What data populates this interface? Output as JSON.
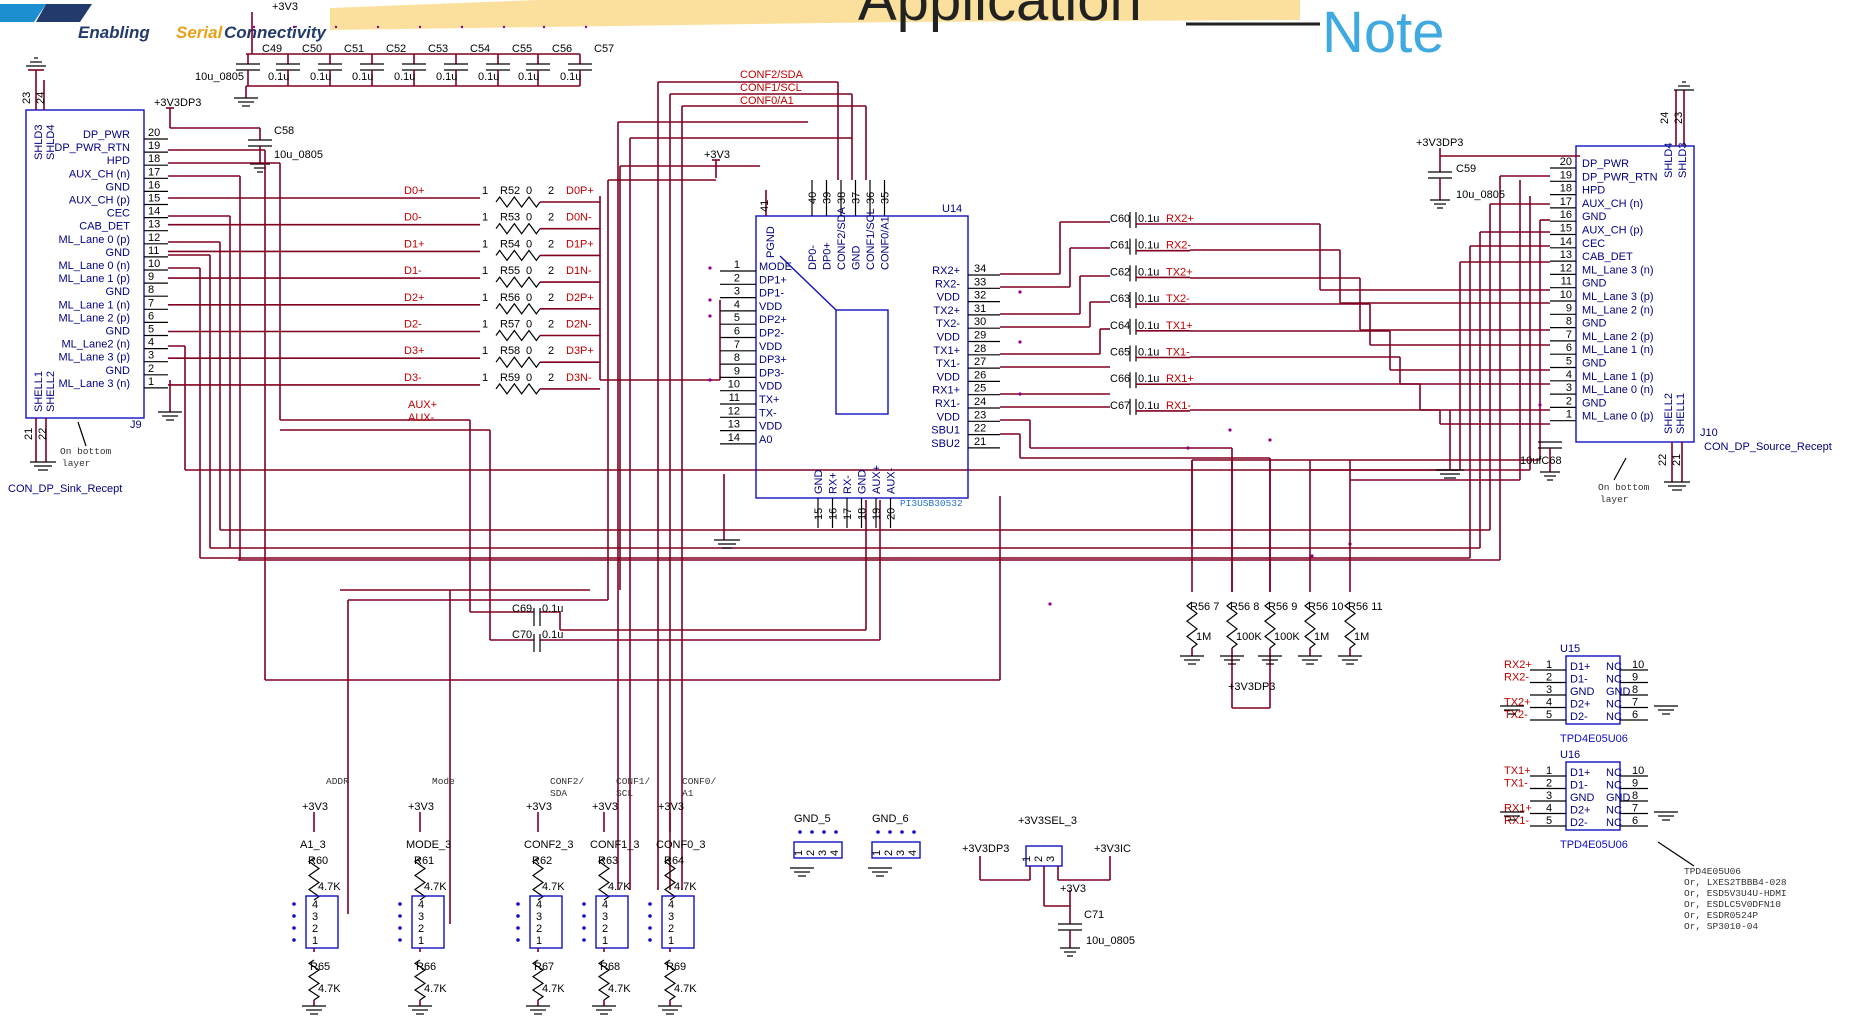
{
  "header": {
    "tagline_a": "Enabling ",
    "tagline_b": "Serial",
    "tagline_c": " Connectivity",
    "title_main": "Application",
    "title_note": "Note",
    "logo_colors": [
      "#1c8fd0",
      "#e8a21a",
      "#233a6c"
    ]
  },
  "power": {
    "v3v3": "+3V3",
    "v3v3dp3": "+3V3DP3",
    "v3v3sel": "+3V3SEL_3",
    "v3v3ic": "+3V3IC"
  },
  "decoupling": {
    "caps": [
      "C49",
      "C50",
      "C51",
      "C52",
      "C53",
      "C54",
      "C55",
      "C56",
      "C57"
    ],
    "values": [
      "10u_0805",
      "0.1u",
      "0.1u",
      "0.1u",
      "0.1u",
      "0.1u",
      "0.1u",
      "0.1u",
      "0.1u"
    ]
  },
  "c58": {
    "ref": "C58",
    "value": "10u_0805"
  },
  "c59": {
    "ref": "C59",
    "value": "10u_0805"
  },
  "c68": {
    "label": "10ufC68"
  },
  "c71": {
    "ref": "C71",
    "value": "10u_0805"
  },
  "j9": {
    "top_pins": [
      "23",
      "24"
    ],
    "shield_top": [
      "SHLD3",
      "SHLD4"
    ],
    "pins": [
      {
        "name": "DP_PWR",
        "num": "20"
      },
      {
        "name": "DP_PWR_RTN",
        "num": "19"
      },
      {
        "name": "HPD",
        "num": "18"
      },
      {
        "name": "AUX_CH (n)",
        "num": "17"
      },
      {
        "name": "GND",
        "num": "16"
      },
      {
        "name": "AUX_CH (p)",
        "num": "15"
      },
      {
        "name": "CEC",
        "num": "14"
      },
      {
        "name": "CAB_DET",
        "num": "13"
      },
      {
        "name": "ML_Lane 0 (p)",
        "num": "12"
      },
      {
        "name": "GND",
        "num": "11"
      },
      {
        "name": "ML_Lane 0 (n)",
        "num": "10"
      },
      {
        "name": "ML_Lane 1 (p)",
        "num": "9"
      },
      {
        "name": "GND",
        "num": "8"
      },
      {
        "name": "ML_Lane 1 (n)",
        "num": "7"
      },
      {
        "name": "ML_Lane 2 (p)",
        "num": "6"
      },
      {
        "name": "GND",
        "num": "5"
      },
      {
        "name": "ML_Lane2 (n)",
        "num": "4"
      },
      {
        "name": "ML_Lane 3 (p)",
        "num": "3"
      },
      {
        "name": "GND",
        "num": "2"
      },
      {
        "name": "ML_Lane 3 (n)",
        "num": "1"
      }
    ],
    "shell": [
      "SHELL1",
      "SHELL2"
    ],
    "bottom_pins": [
      "21",
      "22"
    ],
    "ref": "J9",
    "note": [
      "On bottom",
      "layer"
    ],
    "name": "CON_DP_Sink_Recept"
  },
  "series_res": [
    {
      "net_in": "D0+",
      "ref": "R52",
      "val": "0",
      "net_out": "D0P+"
    },
    {
      "net_in": "D0-",
      "ref": "R53",
      "val": "0",
      "net_out": "D0N-"
    },
    {
      "net_in": "D1+",
      "ref": "R54",
      "val": "0",
      "net_out": "D1P+"
    },
    {
      "net_in": "D1-",
      "ref": "R55",
      "val": "0",
      "net_out": "D1N-"
    },
    {
      "net_in": "D2+",
      "ref": "R56",
      "val": "0",
      "net_out": "D2P+"
    },
    {
      "net_in": "D2-",
      "ref": "R57",
      "val": "0",
      "net_out": "D2N-"
    },
    {
      "net_in": "D3+",
      "ref": "R58",
      "val": "0",
      "net_out": "D3P+"
    },
    {
      "net_in": "D3-",
      "ref": "R59",
      "val": "0",
      "net_out": "D3N-"
    }
  ],
  "res_pins": [
    "1",
    "2"
  ],
  "aux_nets": [
    "AUX+",
    "AUX-"
  ],
  "conf_nets": [
    "CONF2/SDA",
    "CONF1/SCL",
    "CONF0/A1"
  ],
  "u14": {
    "ref": "U14",
    "part": "PI3USB30532",
    "pgnd": "PGND",
    "pgnd_num": "41",
    "top_pins": [
      {
        "name": "DP0-",
        "num": "40"
      },
      {
        "name": "DP0+",
        "num": "39"
      },
      {
        "name": "CONF2/SDA",
        "num": "38"
      },
      {
        "name": "GND",
        "num": "37"
      },
      {
        "name": "CONF1/SCL",
        "num": "36"
      },
      {
        "name": "CONF0/A1",
        "num": "35"
      }
    ],
    "left_pins": [
      {
        "name": "MODE",
        "num": "1"
      },
      {
        "name": "DP1+",
        "num": "2"
      },
      {
        "name": "DP1-",
        "num": "3"
      },
      {
        "name": "VDD",
        "num": "4"
      },
      {
        "name": "DP2+",
        "num": "5"
      },
      {
        "name": "DP2-",
        "num": "6"
      },
      {
        "name": "VDD",
        "num": "7"
      },
      {
        "name": "DP3+",
        "num": "8"
      },
      {
        "name": "DP3-",
        "num": "9"
      },
      {
        "name": "VDD",
        "num": "10"
      },
      {
        "name": "TX+",
        "num": "11"
      },
      {
        "name": "TX-",
        "num": "12"
      },
      {
        "name": "VDD",
        "num": "13"
      },
      {
        "name": "A0",
        "num": "14"
      }
    ],
    "right_pins": [
      {
        "name": "RX2+",
        "num": "34"
      },
      {
        "name": "RX2-",
        "num": "33"
      },
      {
        "name": "VDD",
        "num": "32"
      },
      {
        "name": "TX2+",
        "num": "31"
      },
      {
        "name": "TX2-",
        "num": "30"
      },
      {
        "name": "VDD",
        "num": "29"
      },
      {
        "name": "TX1+",
        "num": "28"
      },
      {
        "name": "TX1-",
        "num": "27"
      },
      {
        "name": "VDD",
        "num": "26"
      },
      {
        "name": "RX1+",
        "num": "25"
      },
      {
        "name": "RX1-",
        "num": "24"
      },
      {
        "name": "VDD",
        "num": "23"
      },
      {
        "name": "SBU1",
        "num": "22"
      },
      {
        "name": "SBU2",
        "num": "21"
      }
    ],
    "bottom_pins": [
      {
        "name": "GND",
        "num": "15"
      },
      {
        "name": "RX+",
        "num": "16"
      },
      {
        "name": "RX-",
        "num": "17"
      },
      {
        "name": "GND",
        "num": "18"
      },
      {
        "name": "AUX+",
        "num": "19"
      },
      {
        "name": "AUX-",
        "num": "20"
      }
    ]
  },
  "ac_caps": [
    {
      "ref": "C60",
      "val": "0.1u",
      "net": "RX2+"
    },
    {
      "ref": "C61",
      "val": "0.1u",
      "net": "RX2-"
    },
    {
      "ref": "C62",
      "val": "0.1u",
      "net": "TX2+"
    },
    {
      "ref": "C63",
      "val": "0.1u",
      "net": "TX2-"
    },
    {
      "ref": "C64",
      "val": "0.1u",
      "net": "TX1+"
    },
    {
      "ref": "C65",
      "val": "0.1u",
      "net": "TX1-"
    },
    {
      "ref": "C66",
      "val": "0.1u",
      "net": "RX1+"
    },
    {
      "ref": "C67",
      "val": "0.1u",
      "net": "RX1-"
    }
  ],
  "aux_caps": [
    {
      "ref": "C69",
      "val": "0.1u"
    },
    {
      "ref": "C70",
      "val": "0.1u"
    }
  ],
  "j10": {
    "top_pins": [
      "24",
      "23"
    ],
    "shield_top": [
      "SHLD4",
      "SHLD3"
    ],
    "pins": [
      {
        "name": "DP_PWR",
        "num": "20"
      },
      {
        "name": "DP_PWR_RTN",
        "num": "19"
      },
      {
        "name": "HPD",
        "num": "18"
      },
      {
        "name": "AUX_CH (n)",
        "num": "17"
      },
      {
        "name": "GND",
        "num": "16"
      },
      {
        "name": "AUX_CH (p)",
        "num": "15"
      },
      {
        "name": "CEC",
        "num": "14"
      },
      {
        "name": "CAB_DET",
        "num": "13"
      },
      {
        "name": "ML_Lane 3 (n)",
        "num": "12"
      },
      {
        "name": "GND",
        "num": "11"
      },
      {
        "name": "ML_Lane 3 (p)",
        "num": "10"
      },
      {
        "name": "ML_Lane 2 (n)",
        "num": "9"
      },
      {
        "name": "GND",
        "num": "8"
      },
      {
        "name": "ML_Lane 2 (p)",
        "num": "7"
      },
      {
        "name": "ML_Lane 1 (n)",
        "num": "6"
      },
      {
        "name": "GND",
        "num": "5"
      },
      {
        "name": "ML_Lane 1 (p)",
        "num": "4"
      },
      {
        "name": "ML_Lane 0 (n)",
        "num": "3"
      },
      {
        "name": "GND",
        "num": "2"
      },
      {
        "name": "ML_Lane 0 (p)",
        "num": "1"
      }
    ],
    "shell": [
      "SHELL2",
      "SHELL1"
    ],
    "bottom_pins": [
      "22",
      "21"
    ],
    "ref": "J10",
    "name": "CON_DP_Source_Recept",
    "note": [
      "On bottom",
      "layer"
    ]
  },
  "pull_res": [
    {
      "ref": "R56 7",
      "val": "1M"
    },
    {
      "ref": "R56 8",
      "val": "100K"
    },
    {
      "ref": "R56 9",
      "val": "100K"
    },
    {
      "ref": "R56 10",
      "val": "1M"
    },
    {
      "ref": "R56 11",
      "val": "1M"
    }
  ],
  "tvs": [
    {
      "ref": "U15",
      "part": "TPD4E05U06",
      "nets": [
        "RX2+",
        "RX2-",
        "",
        "TX2+",
        "TX2-"
      ],
      "left": [
        {
          "num": "1",
          "name": "D1+"
        },
        {
          "num": "2",
          "name": "D1-"
        },
        {
          "num": "3",
          "name": "GND"
        },
        {
          "num": "4",
          "name": "D2+"
        },
        {
          "num": "5",
          "name": "D2-"
        }
      ],
      "right": [
        {
          "num": "10",
          "name": "NC"
        },
        {
          "num": "9",
          "name": "NC"
        },
        {
          "num": "8",
          "name": "GND"
        },
        {
          "num": "7",
          "name": "NC"
        },
        {
          "num": "6",
          "name": "NC"
        }
      ]
    },
    {
      "ref": "U16",
      "part": "TPD4E05U06",
      "nets": [
        "TX1+",
        "TX1-",
        "",
        "RX1+",
        "RX1-"
      ],
      "left": [
        {
          "num": "1",
          "name": "D1+"
        },
        {
          "num": "2",
          "name": "D1-"
        },
        {
          "num": "3",
          "name": "GND"
        },
        {
          "num": "4",
          "name": "D2+"
        },
        {
          "num": "5",
          "name": "D2-"
        }
      ],
      "right": [
        {
          "num": "10",
          "name": "NC"
        },
        {
          "num": "9",
          "name": "NC"
        },
        {
          "num": "8",
          "name": "GND"
        },
        {
          "num": "7",
          "name": "NC"
        },
        {
          "num": "6",
          "name": "NC"
        }
      ]
    }
  ],
  "alt_parts": [
    "TPD4E05U06",
    "Or, LXES2TBBB4-028",
    "Or, ESD5V3U4U-HDMI",
    "Or, ESDLC5V0DFN10",
    "Or, ESDR0524P",
    "Or, SP3010-04"
  ],
  "jumpers": [
    {
      "title": [
        "ADDR"
      ],
      "label": "A1_3",
      "top": "R60",
      "top_val": "4.7K",
      "bot": "R65",
      "bot_val": "4.7K"
    },
    {
      "title": [
        "Mode"
      ],
      "label": "MODE_3",
      "top": "R61",
      "top_val": "4.7K",
      "bot": "R66",
      "bot_val": "4.7K"
    },
    {
      "title": [
        "CONF2/",
        "SDA"
      ],
      "label": "CONF2_3",
      "top": "R62",
      "top_val": "4.7K",
      "bot": "R67",
      "bot_val": "4.7K"
    },
    {
      "title": [
        "CONF1/",
        "SCL"
      ],
      "label": "CONF1_3",
      "top": "R63",
      "top_val": "4.7K",
      "bot": "R68",
      "bot_val": "4.7K"
    },
    {
      "title": [
        "CONF0/",
        "A1"
      ],
      "label": "CONF0_3",
      "top": "R64",
      "top_val": "4.7K",
      "bot": "R69",
      "bot_val": "4.7K"
    }
  ],
  "jumper_pins": [
    "4",
    "3",
    "2",
    "1"
  ],
  "gnd_headers": [
    {
      "ref": "GND_5",
      "pins": [
        "1",
        "2",
        "3",
        "4"
      ]
    },
    {
      "ref": "GND_6",
      "pins": [
        "1",
        "2",
        "3",
        "4"
      ]
    }
  ],
  "sel_header": {
    "pins": [
      "1",
      "2",
      "3"
    ]
  }
}
